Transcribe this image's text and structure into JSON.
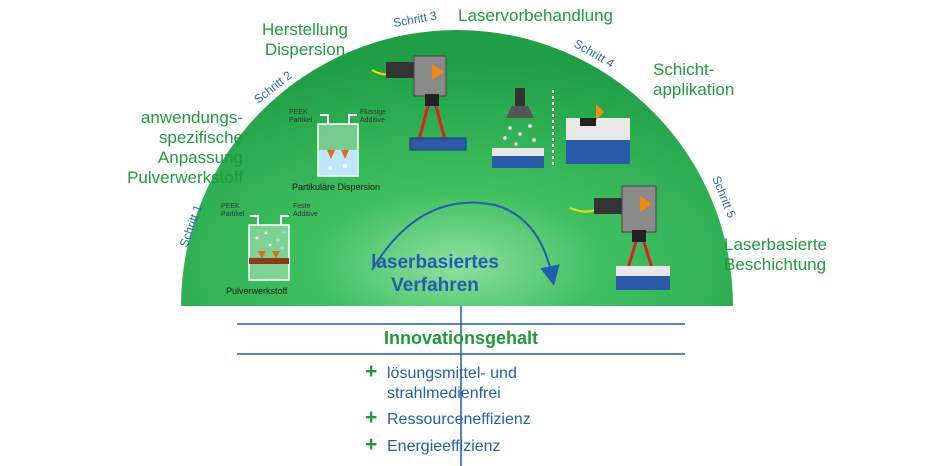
{
  "colors": {
    "dome": "#22a94a",
    "green_text": "#1f9a3d",
    "blue_text": "#1f5fae",
    "step_blue": "#2568b3"
  },
  "steps": [
    {
      "tag": "Schritt 1",
      "label": [
        "anwendungs-",
        "spezifische",
        "Anpassung",
        "Pulverwerkstoff"
      ]
    },
    {
      "tag": "Schritt 2",
      "label": [
        "Herstellung",
        "Dispersion"
      ]
    },
    {
      "tag": "Schritt 3",
      "label": [
        "Laservorbehandlung"
      ]
    },
    {
      "tag": "Schritt 4",
      "label": [
        "Schicht-",
        "applikation"
      ]
    },
    {
      "tag": "Schritt 5",
      "label": [
        "Laserbasierte",
        "Beschichtung"
      ]
    }
  ],
  "beakers": {
    "powder": {
      "peek": [
        "PEEK",
        "Partikel"
      ],
      "additive": [
        "Feste",
        "Additive"
      ],
      "caption": "Pulverwerkstoff"
    },
    "dispersion": {
      "peek": [
        "PEEK",
        "Partikel"
      ],
      "additive": [
        "Flüssige",
        "Additive"
      ],
      "caption": "Partikuläre Dispersion"
    }
  },
  "process": [
    "laserbasiertes",
    "Verfahren"
  ],
  "innovation": {
    "title": "Innovationsgehalt",
    "benefits": [
      {
        "lines": [
          "lösungsmittel- und",
          "strahlmedienfrei"
        ]
      },
      {
        "lines": [
          "Ressourceneffizienz"
        ]
      },
      {
        "lines": [
          "Energieeffizienz"
        ]
      }
    ]
  }
}
